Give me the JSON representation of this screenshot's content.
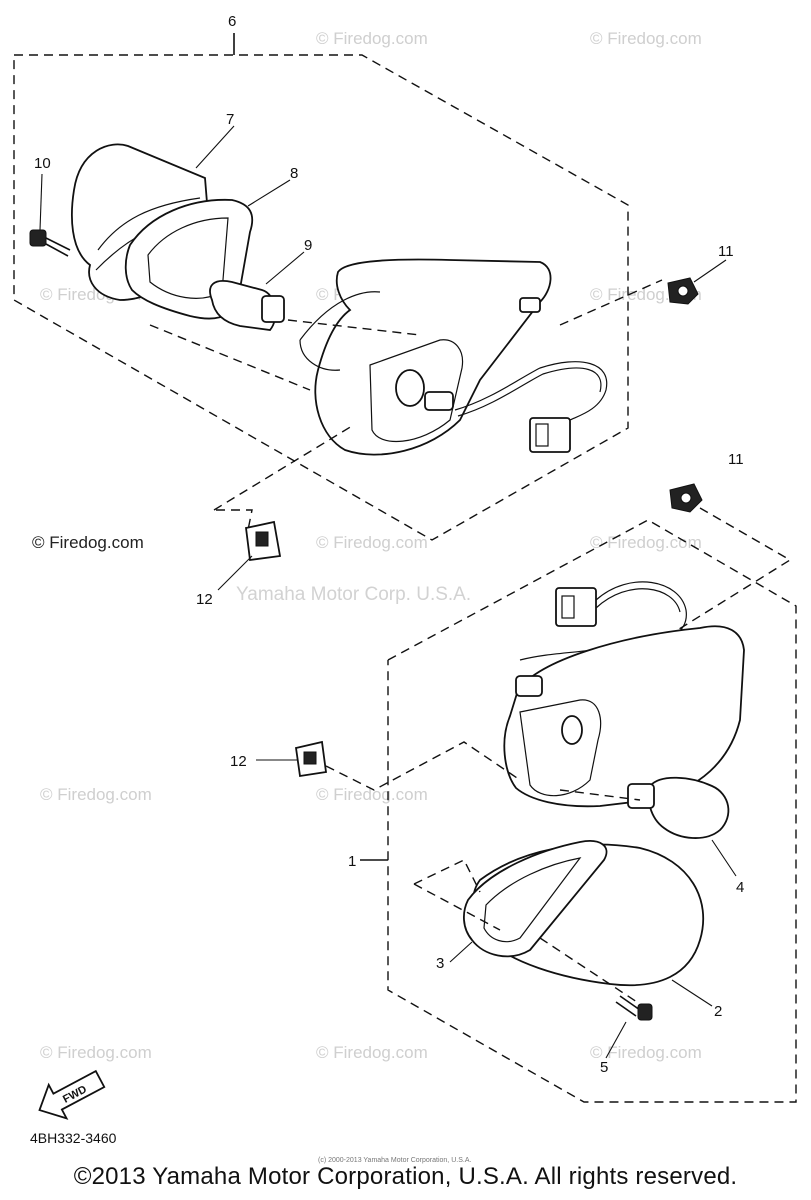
{
  "diagram": {
    "callouts": [
      {
        "id": "c6",
        "text": "6"
      },
      {
        "id": "c7",
        "text": "7"
      },
      {
        "id": "c8",
        "text": "8"
      },
      {
        "id": "c9",
        "text": "9"
      },
      {
        "id": "c10",
        "text": "10"
      },
      {
        "id": "c11a",
        "text": "11"
      },
      {
        "id": "c11b",
        "text": "11"
      },
      {
        "id": "c12a",
        "text": "12"
      },
      {
        "id": "c12b",
        "text": "12"
      },
      {
        "id": "c1",
        "text": "1"
      },
      {
        "id": "c4",
        "text": "4"
      },
      {
        "id": "c3",
        "text": "3"
      },
      {
        "id": "c2",
        "text": "2"
      },
      {
        "id": "c5",
        "text": "5"
      }
    ],
    "watermark": "© Firedog.com",
    "ghost_text": "Yamaha Motor Corp. U.S.A.",
    "fwd_label": "FWD",
    "part_code": "4BH332-3460",
    "tiny_notice": "(c) 2000-2013 Yamaha Motor Corporation, U.S.A.",
    "copyright": "©2013 Yamaha Motor Corporation, U.S.A. All rights reserved."
  }
}
